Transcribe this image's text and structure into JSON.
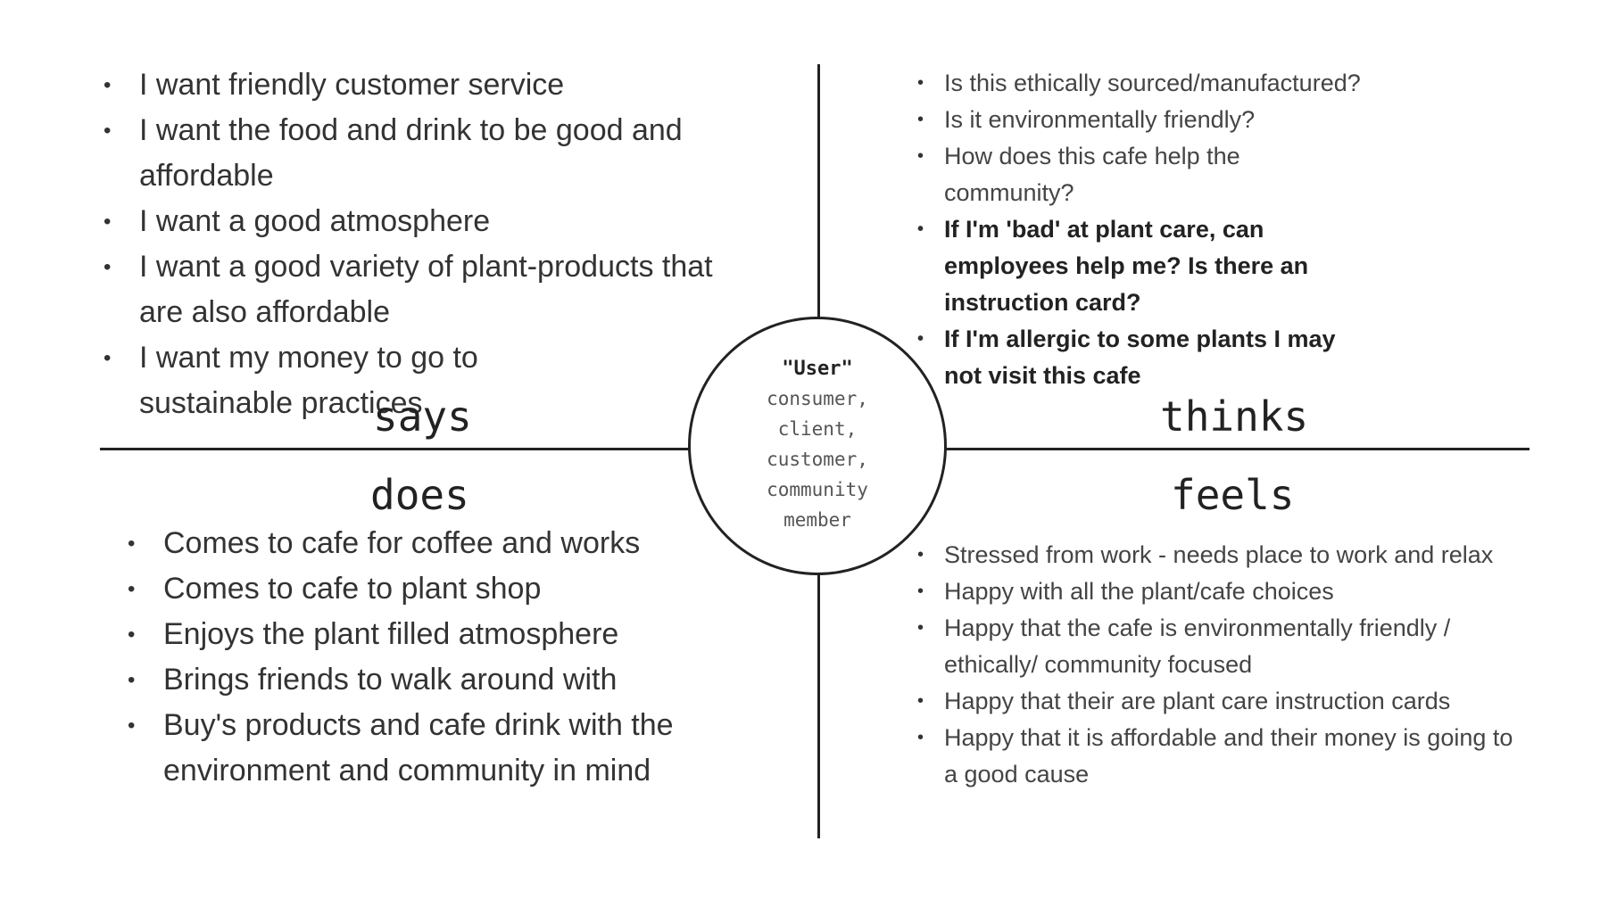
{
  "center": {
    "title": "\"User\"",
    "lines": [
      "consumer,",
      "client,",
      "customer,",
      "community",
      "member"
    ]
  },
  "quadrants": {
    "says": {
      "label": "says",
      "items": [
        "I want friendly customer service",
        "I want the food and drink to be good and affordable",
        "I want a good atmosphere",
        "I want a good variety of plant-products that are also affordable",
        "I want my money to go to sustainable practices"
      ]
    },
    "thinks": {
      "label": "thinks",
      "items": [
        "Is this ethically sourced/manufactured?",
        "Is it environmentally friendly?",
        "How does this cafe help the community?",
        "If I'm 'bad' at plant care, can employees help me? Is there an instruction card?",
        "If I'm allergic to some plants I may not visit this cafe"
      ]
    },
    "does": {
      "label": "does",
      "items": [
        "Comes to cafe for coffee and works",
        "Comes to cafe to plant shop",
        "Enjoys the plant filled atmosphere",
        "Brings friends to walk around with",
        "Buy's products and cafe drink with the environment and community in mind"
      ]
    },
    "feels": {
      "label": "feels",
      "items": [
        "Stressed from work - needs place to work and relax",
        "Happy with all the plant/cafe choices",
        "Happy that the cafe is environmentally friendly / ethically/ community focused",
        "Happy that their are plant care instruction cards",
        "Happy that it is affordable and their money is going to a good cause"
      ]
    }
  }
}
